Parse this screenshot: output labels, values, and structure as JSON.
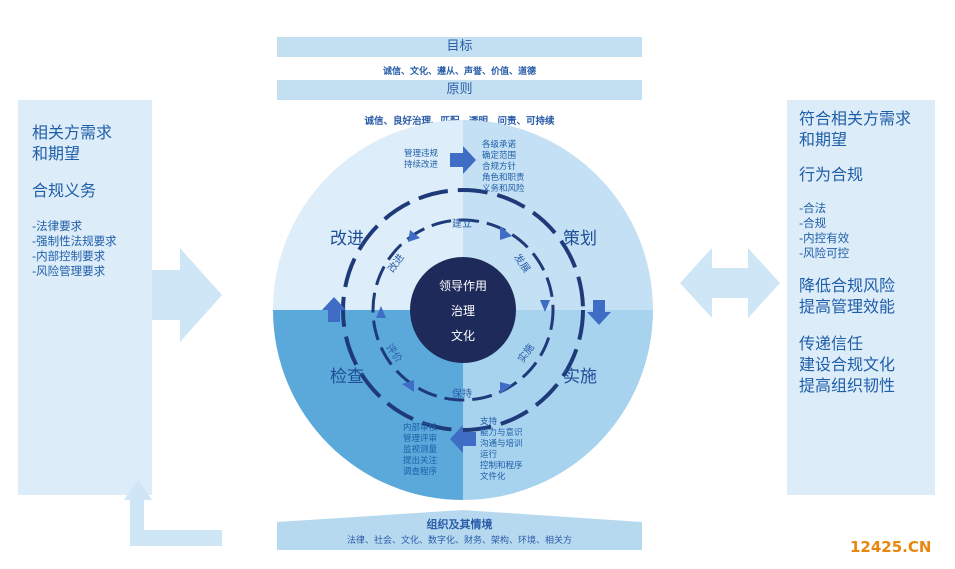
{
  "top": {
    "goal_title": "目标",
    "goal_items": "诚信、文化、遵从、声誉、价值、道德",
    "principle_title": "原则",
    "principle_items": "诚信、良好治理、匹配、透明、问责、可持续"
  },
  "left_panel": {
    "heading1": "相关方需求",
    "heading2": "和期望",
    "heading3": "合规义务",
    "items": [
      "-法律要求",
      "-强制性法规要求",
      "-内部控制要求",
      "-风险管理要求"
    ]
  },
  "right_panel": {
    "h1": "符合相关方需求",
    "h2": "和期望",
    "h3": "行为合规",
    "items": [
      "-合法",
      "-合规",
      "-内控有效",
      "-风险可控"
    ],
    "b1": "降低合规风险",
    "b2": "提高管理效能",
    "c1": "传递信任",
    "c2": "建设合规文化",
    "c3": "提高组织韧性"
  },
  "cycle": {
    "quadrants": {
      "improve": "改进",
      "plan": "策划",
      "do": "实施",
      "check": "检查"
    },
    "tl_text": [
      "管理违规",
      "持续改进"
    ],
    "tr_text": [
      "各级承诺",
      "确定范围",
      "合规方针",
      "角色和职责",
      "义务和风险"
    ],
    "br_text": [
      "支持",
      "能力与意识",
      "沟通与培训",
      "运行",
      "控制和程序",
      "文件化"
    ],
    "bl_text": [
      "内部审核",
      "管理评审",
      "监视测量",
      "提出关注",
      "调查程序"
    ],
    "ring": {
      "establish": "建立",
      "develop": "发展",
      "implement": "实施",
      "maintain": "保持",
      "evaluate": "评价",
      "improve": "改进"
    },
    "core": [
      "领导作用",
      "治理",
      "文化"
    ]
  },
  "bottom": {
    "title": "组织及其情境",
    "items": "法律、社会、文化、数字化、财务、架构、环境、相关方"
  },
  "watermark": "12425.CN",
  "colors": {
    "dark": "#1e2a5a",
    "accent": "#3f6cc4"
  }
}
